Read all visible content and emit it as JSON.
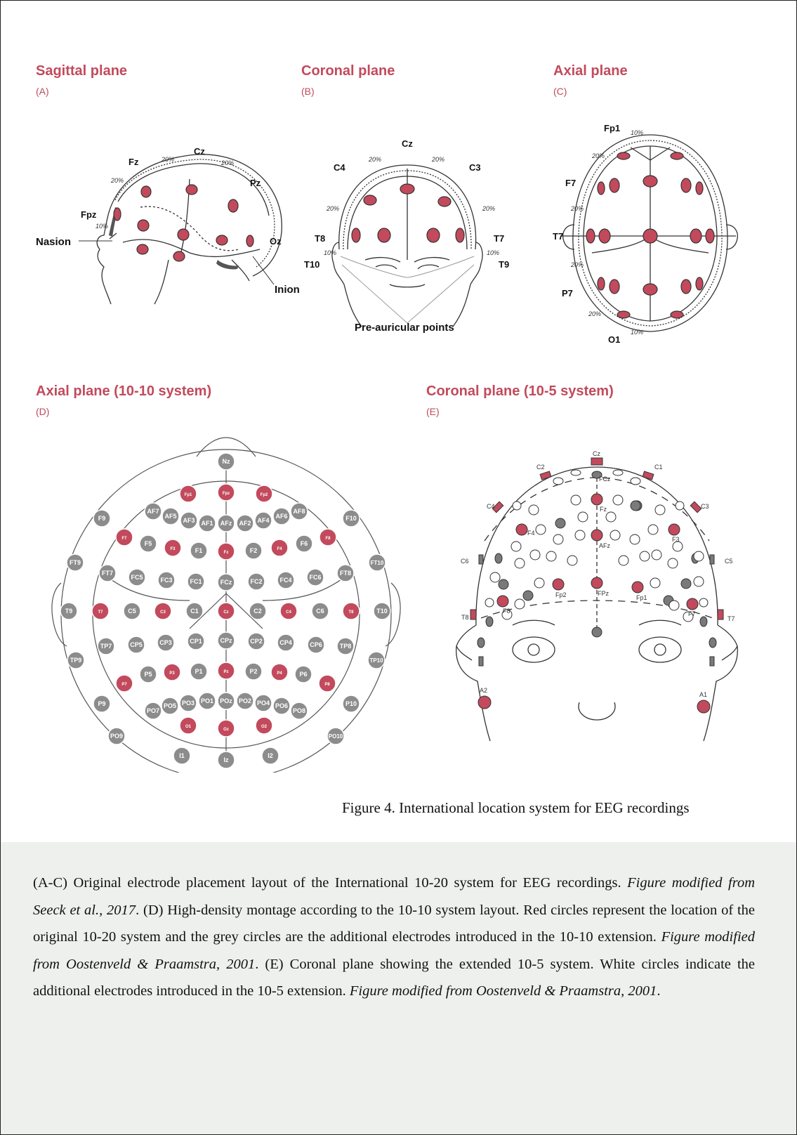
{
  "panels": {
    "a": {
      "title": "Sagittal plane",
      "letter": "(A)"
    },
    "b": {
      "title": "Coronal plane",
      "letter": "(B)"
    },
    "c": {
      "title": "Axial plane",
      "letter": "(C)"
    },
    "d": {
      "title": "Axial plane (10-10 system)",
      "letter": "(D)"
    },
    "e": {
      "title": "Coronal plane (10-5 system)",
      "letter": "(E)"
    }
  },
  "panel_a_labels": {
    "fz": "Fz",
    "cz": "Cz",
    "pz": "Pz",
    "fpz": "Fpz",
    "oz": "Oz",
    "nasion": "Nasion",
    "inion": "Inion",
    "pct": "20%",
    "pct10": "10%"
  },
  "panel_b_labels": {
    "cz": "Cz",
    "c4": "C4",
    "c3": "C3",
    "t8": "T8",
    "t7": "T7",
    "t10": "T10",
    "t9": "T9",
    "pre": "Pre-auricular points",
    "pct": "20%",
    "pct10": "10%"
  },
  "panel_c_labels": {
    "fp1": "Fp1",
    "f7": "F7",
    "t7": "T7",
    "p7": "P7",
    "o1": "O1",
    "pct": "20%",
    "pct10": "10%"
  },
  "panel_d_electrodes": [
    {
      "name": "Nz",
      "color": "grey"
    },
    {
      "name": "Fp1",
      "color": "red"
    },
    {
      "name": "Fpz",
      "color": "red"
    },
    {
      "name": "Fp2",
      "color": "red"
    },
    {
      "name": "AF7",
      "color": "grey"
    },
    {
      "name": "AF5",
      "color": "grey"
    },
    {
      "name": "AF3",
      "color": "grey"
    },
    {
      "name": "AF1",
      "color": "grey"
    },
    {
      "name": "AFz",
      "color": "grey"
    },
    {
      "name": "AF2",
      "color": "grey"
    },
    {
      "name": "AF4",
      "color": "grey"
    },
    {
      "name": "AF6",
      "color": "grey"
    },
    {
      "name": "AF8",
      "color": "grey"
    },
    {
      "name": "F9",
      "color": "grey"
    },
    {
      "name": "F10",
      "color": "grey"
    },
    {
      "name": "F7",
      "color": "red"
    },
    {
      "name": "F5",
      "color": "grey"
    },
    {
      "name": "F3",
      "color": "red"
    },
    {
      "name": "F1",
      "color": "grey"
    },
    {
      "name": "Fz",
      "color": "red"
    },
    {
      "name": "F2",
      "color": "grey"
    },
    {
      "name": "F4",
      "color": "red"
    },
    {
      "name": "F6",
      "color": "grey"
    },
    {
      "name": "F8",
      "color": "red"
    },
    {
      "name": "FT9",
      "color": "grey"
    },
    {
      "name": "FT10",
      "color": "grey"
    },
    {
      "name": "FT7",
      "color": "grey"
    },
    {
      "name": "FC5",
      "color": "grey"
    },
    {
      "name": "FC3",
      "color": "grey"
    },
    {
      "name": "FC1",
      "color": "grey"
    },
    {
      "name": "FCz",
      "color": "grey"
    },
    {
      "name": "FC2",
      "color": "grey"
    },
    {
      "name": "FC4",
      "color": "grey"
    },
    {
      "name": "FC6",
      "color": "grey"
    },
    {
      "name": "FT8",
      "color": "grey"
    },
    {
      "name": "T9",
      "color": "grey"
    },
    {
      "name": "T7",
      "color": "red"
    },
    {
      "name": "C5",
      "color": "grey"
    },
    {
      "name": "C3",
      "color": "red"
    },
    {
      "name": "C1",
      "color": "grey"
    },
    {
      "name": "Cz",
      "color": "red"
    },
    {
      "name": "C2",
      "color": "grey"
    },
    {
      "name": "C4",
      "color": "red"
    },
    {
      "name": "C6",
      "color": "grey"
    },
    {
      "name": "T8",
      "color": "red"
    },
    {
      "name": "T10",
      "color": "grey"
    },
    {
      "name": "TP7",
      "color": "grey"
    },
    {
      "name": "CP5",
      "color": "grey"
    },
    {
      "name": "CP3",
      "color": "grey"
    },
    {
      "name": "CP1",
      "color": "grey"
    },
    {
      "name": "CPz",
      "color": "grey"
    },
    {
      "name": "CP2",
      "color": "grey"
    },
    {
      "name": "CP4",
      "color": "grey"
    },
    {
      "name": "CP6",
      "color": "grey"
    },
    {
      "name": "TP8",
      "color": "grey"
    },
    {
      "name": "TP9",
      "color": "grey"
    },
    {
      "name": "TP10",
      "color": "grey"
    },
    {
      "name": "P7",
      "color": "red"
    },
    {
      "name": "P5",
      "color": "grey"
    },
    {
      "name": "P3",
      "color": "red"
    },
    {
      "name": "P1",
      "color": "grey"
    },
    {
      "name": "Pz",
      "color": "red"
    },
    {
      "name": "P2",
      "color": "grey"
    },
    {
      "name": "P4",
      "color": "red"
    },
    {
      "name": "P6",
      "color": "grey"
    },
    {
      "name": "P8",
      "color": "red"
    },
    {
      "name": "P9",
      "color": "grey"
    },
    {
      "name": "P10",
      "color": "grey"
    },
    {
      "name": "PO7",
      "color": "grey"
    },
    {
      "name": "PO5",
      "color": "grey"
    },
    {
      "name": "PO3",
      "color": "grey"
    },
    {
      "name": "PO1",
      "color": "grey"
    },
    {
      "name": "POz",
      "color": "grey"
    },
    {
      "name": "PO2",
      "color": "grey"
    },
    {
      "name": "PO4",
      "color": "grey"
    },
    {
      "name": "PO6",
      "color": "grey"
    },
    {
      "name": "PO8",
      "color": "grey"
    },
    {
      "name": "PO9",
      "color": "grey"
    },
    {
      "name": "PO10",
      "color": "grey"
    },
    {
      "name": "O1",
      "color": "red"
    },
    {
      "name": "Oz",
      "color": "red"
    },
    {
      "name": "O2",
      "color": "red"
    },
    {
      "name": "I1",
      "color": "grey"
    },
    {
      "name": "Iz",
      "color": "grey"
    },
    {
      "name": "I2",
      "color": "grey"
    }
  ],
  "panel_e_labels": {
    "cz": "Cz",
    "c2": "C2",
    "c1": "C1",
    "fcz": "FCz",
    "c4": "C4",
    "c3": "C3",
    "fz": "Fz",
    "f4": "F4",
    "f3": "F3",
    "afz": "AFz",
    "c6": "C6",
    "c5": "C5",
    "fp2": "Fp2",
    "fpz": "FPz",
    "fp1": "Fp1",
    "f8": "F8",
    "f7": "F7",
    "t8": "T8",
    "t7": "T7",
    "a2": "A2",
    "a1": "A1"
  },
  "colors": {
    "red": "#c24a5c",
    "grey": "#8c8c8c",
    "white": "#ffffff",
    "legend_bg": "#eef0ee"
  },
  "caption": "Figure 4. International location system for EEG recordings",
  "legend": {
    "p1": "(A-C) Original electrode placement layout of the International 10-20 system for EEG recordings.",
    "i1": "Figure modified from Seeck et al., 2017",
    "p2": ". (D) High-density montage according to the 10-10 system layout. Red circles represent the location of the original 10-20 system and the grey circles are the additional electrodes introduced in the 10-10 extension.",
    "i2": "Figure modified from Oostenveld & Praamstra, 2001",
    "p3": ". (E) Coronal plane showing the extended 10-5 system. White circles indicate the additional electrodes introduced in the 10-5 extension.",
    "i3": "Figure modified from Oostenveld & Praamstra, 2001",
    "p4": "."
  }
}
